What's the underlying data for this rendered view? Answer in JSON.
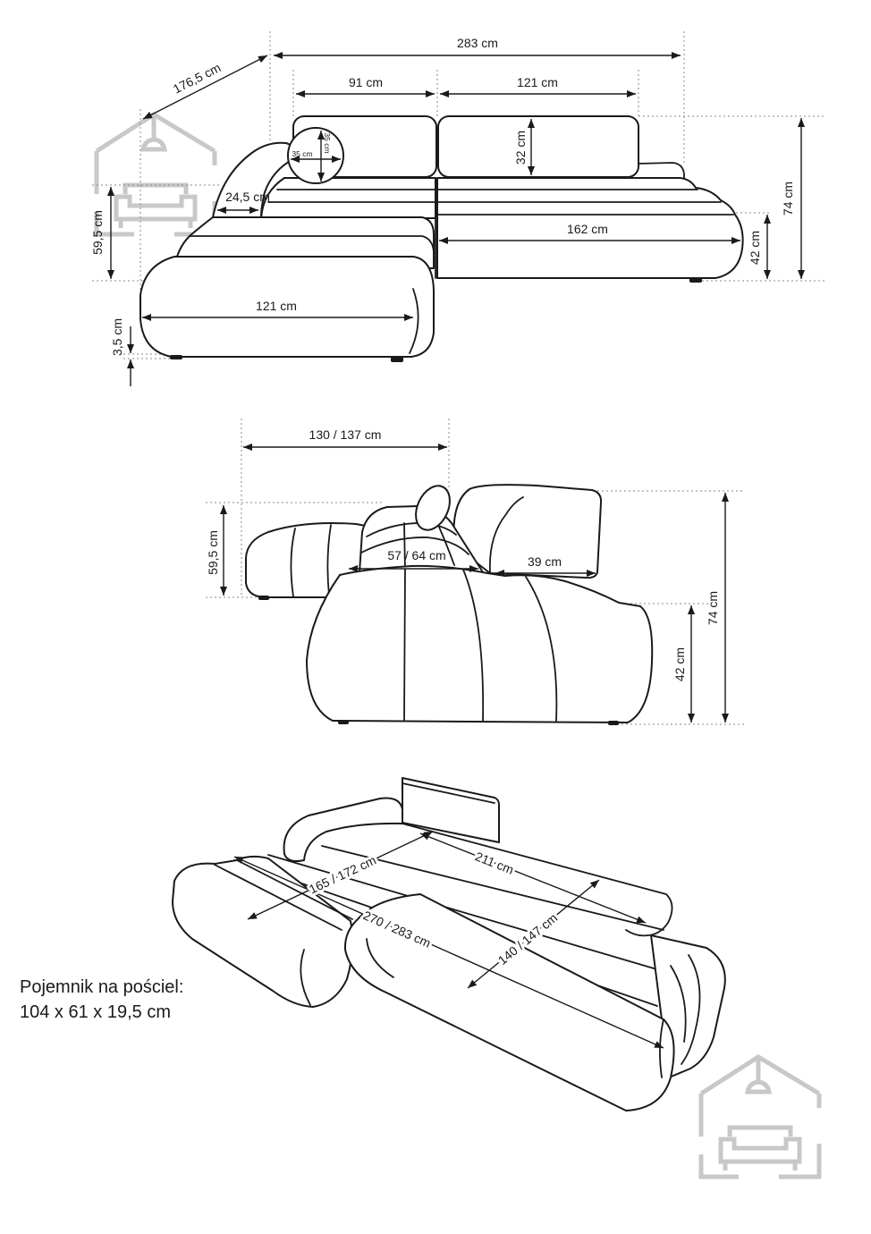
{
  "top_view": {
    "total_width": "283 cm",
    "depth": "176,5 cm",
    "back_cushion_left": "91 cm",
    "back_cushion_right": "121 cm",
    "back_cushion_height": "32 cm",
    "pillow_width": "35 cm",
    "pillow_height": "35 cm",
    "total_height": "74 cm",
    "armrest_width": "24,5 cm",
    "chaise_height": "59,5 cm",
    "seat_width": "162 cm",
    "seat_height": "42 cm",
    "chaise_width": "121 cm",
    "leg_height": "3,5 cm"
  },
  "side_view": {
    "chaise_depth": "130 / 137 cm",
    "chaise_height": "59,5 cm",
    "seat_depth": "57 / 64 cm",
    "headrest_depth": "39 cm",
    "total_height": "74 cm",
    "seat_height": "42 cm"
  },
  "bed_view": {
    "chaise_length": "165 / 172 cm",
    "sleeping_width": "211 cm",
    "total_length": "270 / 283 cm",
    "sleeping_depth": "140 / 147 cm"
  },
  "storage": {
    "title": "Pojemnik na pościel:",
    "dimensions": "104 x 61 x 19,5 cm"
  },
  "colors": {
    "line": "#1a1a1a",
    "guide": "#8a8a8a",
    "logo": "#c8c8c8"
  },
  "icons": {
    "watermark": "house-sofa-logo-icon"
  }
}
